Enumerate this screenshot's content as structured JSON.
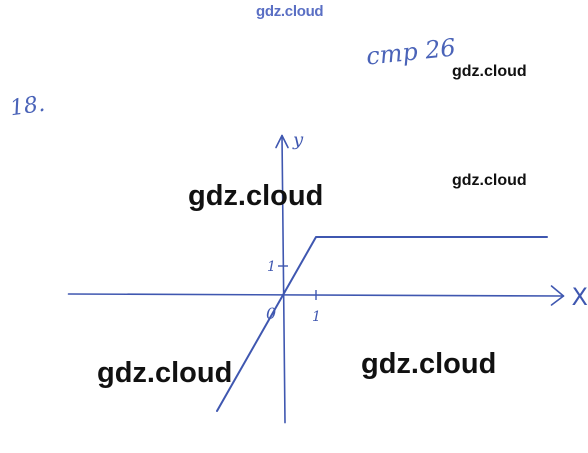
{
  "watermark": {
    "top": "gdz.cloud",
    "right_upper": "gdz.cloud",
    "right_middle": "gdz.cloud",
    "center": "gdz.cloud",
    "bottom_left": "gdz.cloud",
    "bottom_right": "gdz.cloud"
  },
  "page_ref": "стр 26",
  "exercise_number": "18.",
  "graph": {
    "x_axis_label": "X",
    "y_axis_label": "y",
    "origin_label": "0",
    "x_tick_label": "1",
    "y_tick_label": "1",
    "line_color": "#3f57b0",
    "function_points": [
      [
        -2,
        -4
      ],
      [
        1,
        2
      ],
      [
        8,
        2
      ]
    ],
    "x_range": [
      -6.5,
      8.5
    ],
    "y_range": [
      -4.4,
      5.5
    ]
  }
}
